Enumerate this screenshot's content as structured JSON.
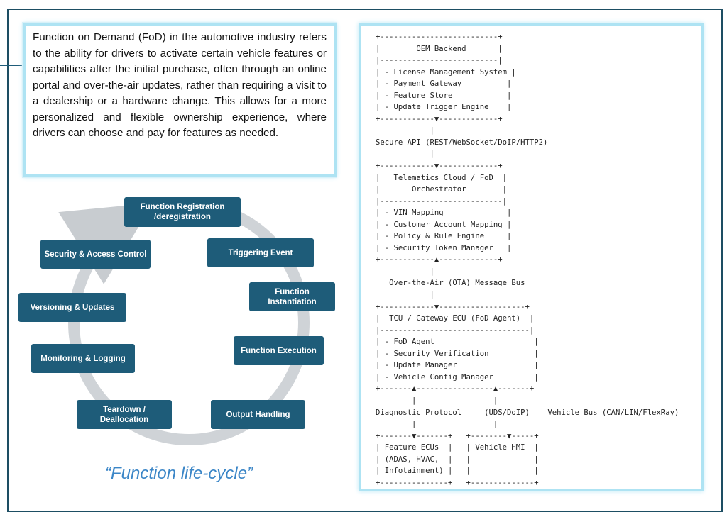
{
  "description": "Function on Demand (FoD) in the automotive industry refers to the ability for drivers to activate certain vehicle features or capabilities after the initial purchase, often through an online portal and over-the-air updates, rather than requiring a visit to a dealership or a hardware change. This allows for a more personalized and flexible ownership experience, where drivers can choose and pay for features as needed.",
  "lifecycle": {
    "nodes": [
      "Function Registration /deregistration",
      "Triggering Event",
      "Function Instantiation",
      "Function Execution",
      "Output Handling",
      "Teardown / Deallocation",
      "Monitoring & Logging",
      "Versioning & Updates",
      "Security & Access Control"
    ],
    "caption": "“Function life-cycle”"
  },
  "architecture": {
    "ascii": "+--------------------------+\n|        OEM Backend       |\n|--------------------------|\n| - License Management System |\n| - Payment Gateway          |\n| - Feature Store            |\n| - Update Trigger Engine    |\n+------------▼-------------+\n            |\nSecure API (REST/WebSocket/DoIP/HTTP2)\n            |\n+------------▼-------------+\n|   Telematics Cloud / FoD  |\n|       Orchestrator        |\n|---------------------------|\n| - VIN Mapping              |\n| - Customer Account Mapping |\n| - Policy & Rule Engine     |\n| - Security Token Manager   |\n+------------▲-------------+\n            |\n   Over-the-Air (OTA) Message Bus\n            |\n+------------▼-------------------+\n|  TCU / Gateway ECU (FoD Agent)  |\n|---------------------------------|\n| - FoD Agent                      |\n| - Security Verification          |\n| - Update Manager                 |\n| - Vehicle Config Manager         |\n+-------▲-----------------▲-------+\n        |                 |\nDiagnostic Protocol     (UDS/DoIP)    Vehicle Bus (CAN/LIN/FlexRay)\n        |                 |\n+-------▼-------+   +--------▼-----+\n| Feature ECUs  |   | Vehicle HMI  |\n| (ADAS, HVAC,  |   |              |\n| Infotainment) |   |              |\n+---------------+   +--------------+"
  }
}
